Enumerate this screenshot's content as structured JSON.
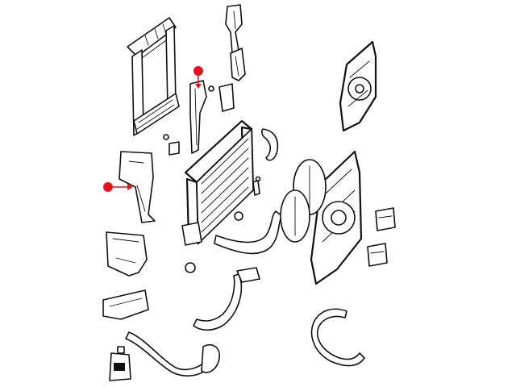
{
  "diagram": {
    "callout_color": "#e8101a",
    "line_color": "#111111",
    "background": "#ffffff",
    "callouts": [
      {
        "id": "upper-air-deflector",
        "marker": "filled-circle",
        "arrow": "down"
      },
      {
        "id": "side-air-deflector",
        "marker": "filled-circle",
        "arrow": "right"
      }
    ],
    "parts": [
      "radiator-support-frame",
      "upper-air-guide",
      "upper-air-deflector",
      "mounting-bolts",
      "radiator",
      "upper-hose",
      "fan-shroud-assembly",
      "fan-blades",
      "fan-motor",
      "fan-relay-modules",
      "side-air-deflector",
      "lower-air-duct",
      "lower-air-guide",
      "lower-hose",
      "coolant-bottle",
      "bypass-hose",
      "heater-hose",
      "lower-radiator-hose"
    ]
  }
}
